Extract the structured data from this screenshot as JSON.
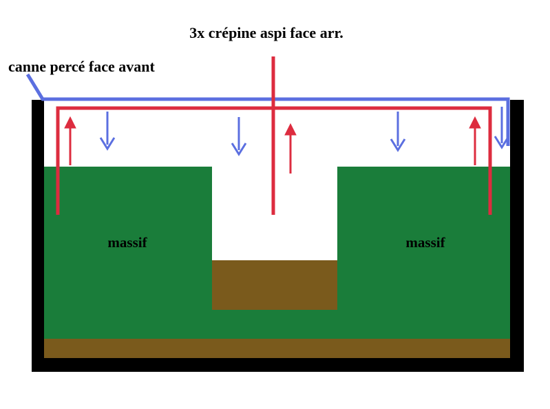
{
  "labels": {
    "top": "3x crépine aspi face arr.",
    "left": "canne percé face avant",
    "massif_left": "massif",
    "massif_right": "massif"
  },
  "colors": {
    "background": "#ffffff",
    "tank_frame": "#000000",
    "substrate": "#7a5a1c",
    "massif": "#1a7d3a",
    "supply_pipe": "#5b6fe0",
    "return_pipe": "#dd2c3f",
    "supply_arrow": "#5b6fe0",
    "return_arrow": "#dd2c3f"
  },
  "icons": {
    "down_arrow": "arrow-down-icon",
    "up_arrow": "arrow-up-icon"
  }
}
